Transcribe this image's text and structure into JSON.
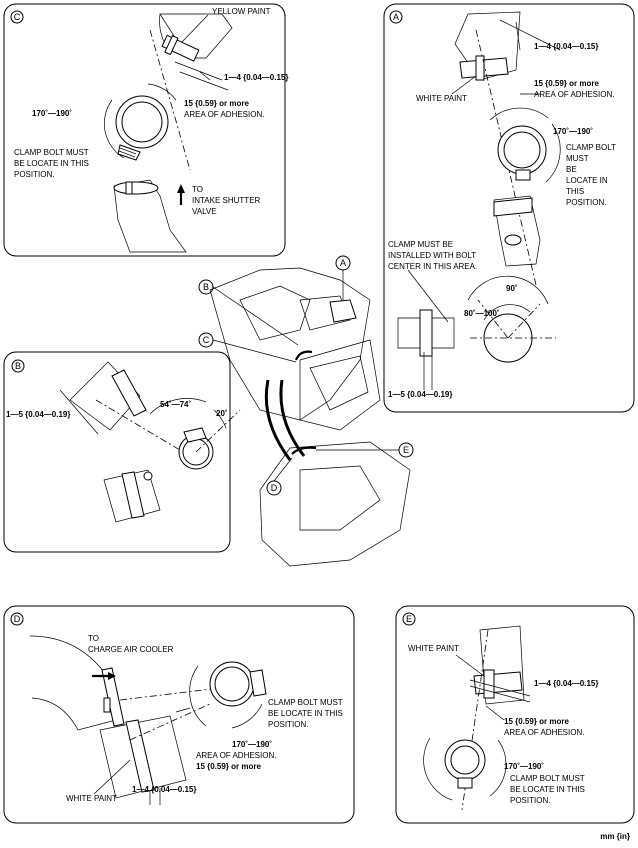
{
  "panels": {
    "C": {
      "label": "C",
      "yellow_paint": "YELLOW PAINT",
      "gap": "1—4 {0.04—0.15}",
      "adhesion_value": "15 {0.59} or more",
      "adhesion_text": "AREA OF ADHESION.",
      "angle": "170˚—190˚",
      "clamp_line1": "CLAMP BOLT MUST",
      "clamp_line2": "BE LOCATE IN THIS",
      "clamp_line3": "POSITION.",
      "to_line1": "TO",
      "to_line2": "INTAKE SHUTTER",
      "to_line3": "VALVE"
    },
    "A": {
      "label": "A",
      "gap_top": "1—4 {0.04—0.15}",
      "adhesion_value": "15 {0.59} or more",
      "adhesion_text": "AREA OF ADHESION.",
      "white_paint": "WHITE PAINT",
      "angle": "170˚—190˚",
      "clamp_line1": "CLAMP  BOLT",
      "clamp_line2": "MUST",
      "clamp_line3": "BE",
      "clamp_line4": "LOCATE IN",
      "clamp_line5": "THIS",
      "clamp_line6": "POSITION.",
      "install_line1": "CLAMP MUST BE",
      "install_line2": "INSTALLED WITH BOLT",
      "install_line3": "CENTER IN THIS AREA.",
      "angle_90": "90˚",
      "angle_80_100": "80˚—100˚",
      "gap_bottom": "1—5 {0.04—0.19}"
    },
    "B": {
      "label": "B",
      "gap": "1—5 {0.04—0.19}",
      "angle_range": "54˚—74˚",
      "angle_20": "20˚"
    },
    "D": {
      "label": "D",
      "to_line1": "TO",
      "to_line2": "CHARGE AIR COOLER",
      "clamp_line1": "CLAMP BOLT MUST",
      "clamp_line2": "BE LOCATE IN THIS",
      "clamp_line3": "POSITION.",
      "angle": "170˚—190˚",
      "adhesion_text": "AREA OF ADHESION.",
      "adhesion_value": "15 {0.59} or more",
      "white_paint": "WHITE PAINT",
      "gap": "1—4 {0.04—0.15}"
    },
    "E": {
      "label": "E",
      "white_paint": "WHITE PAINT",
      "gap": "1—4 {0.04—0.15}",
      "adhesion_value": "15 {0.59} or more",
      "adhesion_text": "AREA OF ADHESION.",
      "angle": "170˚—190˚",
      "clamp_line1": "CLAMP  BOLT MUST",
      "clamp_line2": "BE LOCATE IN THIS",
      "clamp_line3": "POSITION."
    }
  },
  "engine_callouts": [
    "A",
    "B",
    "C",
    "D",
    "E"
  ],
  "units": "mm {in}"
}
